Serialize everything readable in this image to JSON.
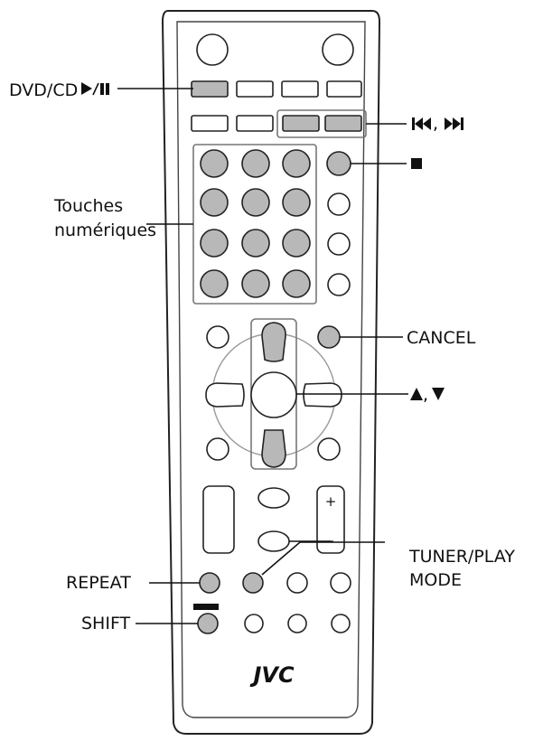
{
  "labels": {
    "dvd_cd": "DVD/CD",
    "skip": ", ",
    "touches_line1": "Touches",
    "touches_line2": "numériques",
    "cancel": "CANCEL",
    "updown": ", ",
    "tuner_line1": "TUNER/PLAY",
    "tuner_line2": "MODE",
    "repeat": "REPEAT",
    "shift": "SHIFT",
    "brand": "JVC",
    "vol_plus": "+",
    "vol_minus": "–"
  },
  "icons": {
    "play_pause": "play-pause-icon",
    "prev": "skip-previous-icon",
    "next": "skip-next-icon",
    "stop": "stop-icon",
    "up": "triangle-up-icon",
    "down": "triangle-down-icon"
  },
  "colors": {
    "highlight_gray": "#b8b8b8",
    "outline": "#222222",
    "group_box": "#777777"
  }
}
